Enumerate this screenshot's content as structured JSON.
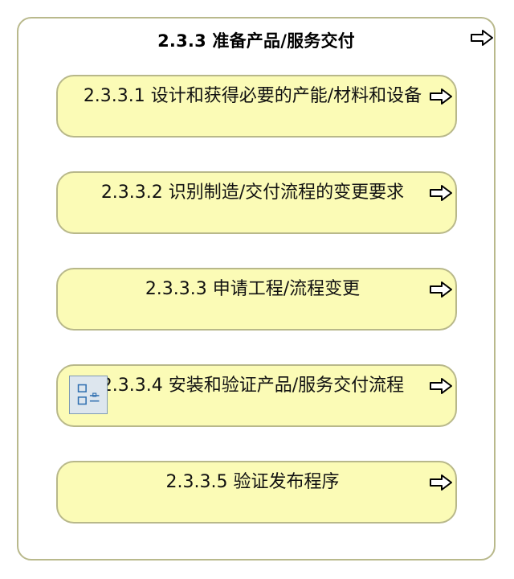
{
  "container": {
    "title": "2.3.3 准备产品/服务交付",
    "arrow_icon": "right-arrow-outline-icon"
  },
  "tasks": [
    {
      "label": "2.3.3.1 设计和获得必要的产能/材料和设备",
      "arrow_icon": "right-arrow-outline-icon"
    },
    {
      "label": "2.3.3.2 识别制造/交付流程的变更要求",
      "arrow_icon": "right-arrow-outline-icon"
    },
    {
      "label": "2.3.3.3 申请工程/流程变更",
      "arrow_icon": "right-arrow-outline-icon"
    },
    {
      "label": "2.3.3.4 安装和验证产品/服务交付流程",
      "arrow_icon": "right-arrow-outline-icon",
      "marker_icon": "subprocess-checklist-icon"
    },
    {
      "label": "2.3.3.5 验证发布程序",
      "arrow_icon": "right-arrow-outline-icon"
    }
  ],
  "colors": {
    "task_fill": "#fbfbb6",
    "task_border": "#b8b88a",
    "container_border": "#b9b98c",
    "marker_fill": "#dde6ee",
    "marker_stroke": "#2f6fb0"
  }
}
